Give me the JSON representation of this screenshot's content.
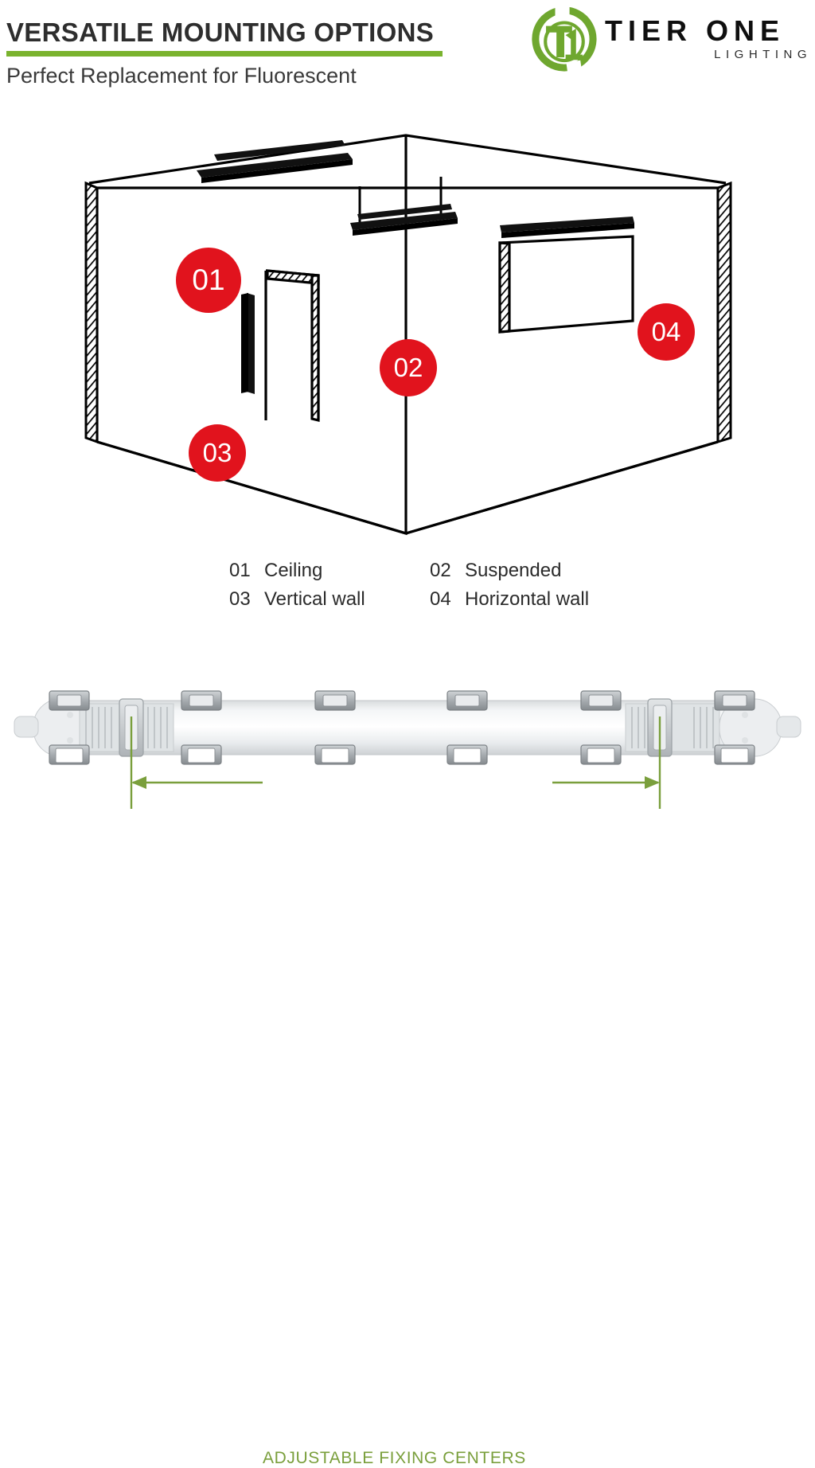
{
  "header": {
    "title": "VERSATILE MOUNTING OPTIONS",
    "subtitle": "Perfect Replacement for Fluorescent",
    "rule_color": "#7ab32e"
  },
  "logo": {
    "mark_text": "T1",
    "wordmark": "TIER ONE",
    "sub_wordmark": "LIGHTING",
    "mark_color": "#6fa72f",
    "text_color": "#0f0f0f"
  },
  "diagram": {
    "marker_color": "#e1131d",
    "line_color": "#000000",
    "markers": [
      {
        "id": "01",
        "label": "01",
        "target": "ceiling"
      },
      {
        "id": "02",
        "label": "02",
        "target": "suspended"
      },
      {
        "id": "03",
        "label": "03",
        "target": "vertical-wall"
      },
      {
        "id": "04",
        "label": "04",
        "target": "horizontal-wall"
      }
    ]
  },
  "legend": {
    "items": [
      {
        "num": "01",
        "label": "Ceiling"
      },
      {
        "num": "02",
        "label": "Suspended"
      },
      {
        "num": "03",
        "label": "Vertical wall"
      },
      {
        "num": "04",
        "label": "Horizontal wall"
      }
    ]
  },
  "product": {
    "callout": "ADJUSTABLE FIXING CENTERS",
    "callout_color": "#7a9f3c",
    "body_color": "#eef0f1",
    "clip_color": "#b9bdc0"
  }
}
